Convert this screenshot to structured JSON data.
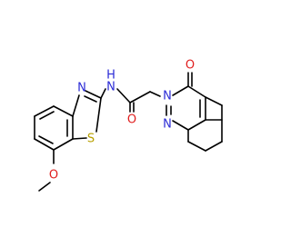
{
  "colors": {
    "background": "#ffffff",
    "bond": "#000000",
    "nitrogen": "#2b2bd6",
    "oxygen": "#e01e1e",
    "sulfur": "#b8a000",
    "hydrogen": "#2b2bd6"
  },
  "atoms": {
    "n_thiazole": "N",
    "nh_amide": "N",
    "h_amide": "H",
    "s_thiazole": "S",
    "o_methoxy": "O",
    "o_amide": "O",
    "o_pyridazinone": "O",
    "n2_cinnolinone": "N",
    "n1_cinnolinone": "N"
  }
}
